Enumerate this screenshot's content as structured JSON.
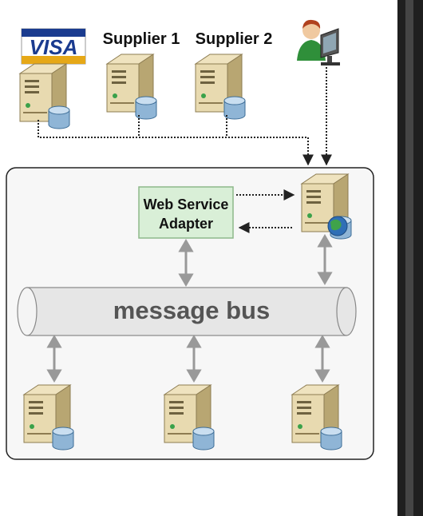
{
  "labels": {
    "visa": "VISA",
    "supplier1": "Supplier 1",
    "supplier2": "Supplier 2",
    "adapter_line1": "Web Service",
    "adapter_line2": "Adapter",
    "bus": "message bus"
  },
  "colors": {
    "server_body": "#d8c79a",
    "server_front": "#efe3bf",
    "server_dark": "#a08f62",
    "database": "#8fb5d6",
    "adapter_fill": "#d9efd7",
    "adapter_border": "#8db88a",
    "bus_fill": "#e6e6e6",
    "arrow_gray": "#999999",
    "connector": "#222222",
    "visa_blue": "#1a3b8f",
    "visa_gold": "#e6a817"
  },
  "icons": {
    "server": "server-with-database-icon",
    "web_server": "server-with-globe-icon",
    "user": "user-at-computer-icon"
  }
}
